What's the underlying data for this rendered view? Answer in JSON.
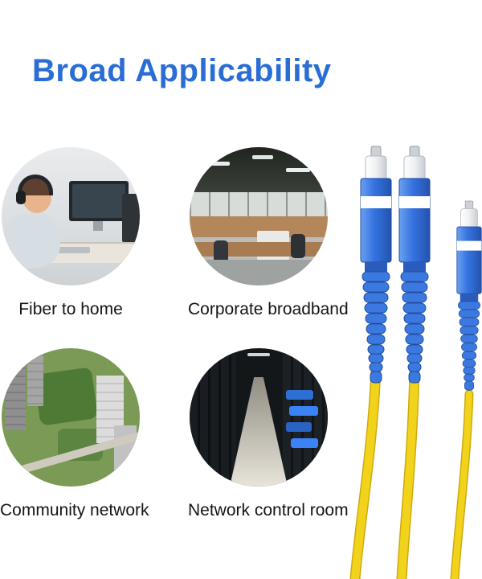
{
  "page": {
    "title": "Broad Applicability",
    "title_color": "#2a6dd5",
    "background_color": "#ffffff"
  },
  "features": [
    {
      "label": "Fiber to home",
      "photo": "man-working-at-home-desk-photo"
    },
    {
      "label": "Corporate broadband",
      "photo": "open-plan-office-photo"
    },
    {
      "label": "Community network",
      "photo": "aerial-residential-area-photo"
    },
    {
      "label": "Network control room",
      "photo": "server-room-racks-photo"
    }
  ],
  "product_illustration": {
    "name": "sc-fiber-optic-connectors-with-yellow-cables",
    "connector_count": 3,
    "connector_color": "#3572e0",
    "cable_color": "#f2d31b"
  }
}
